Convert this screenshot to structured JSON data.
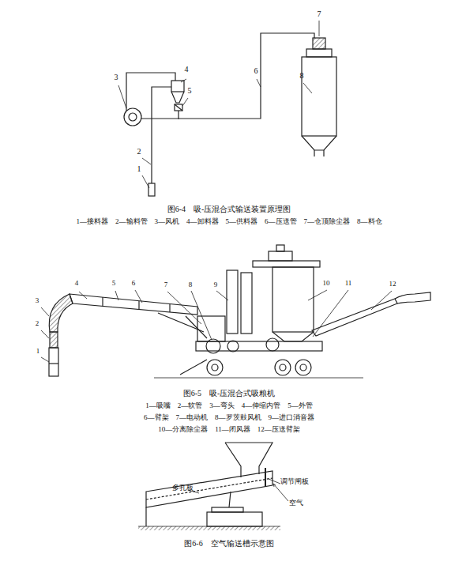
{
  "diagram": {
    "labels": [
      "7",
      "4",
      "3",
      "5",
      "6",
      "8",
      "2",
      "1",
      "图6-4　吸-压混合式输送装置原理图",
      "1—接料器　2—输料管　3—风机　4—卸料器　5—供料器　6—压送管　7—仓顶除尘器　8—料仓",
      "1",
      "2",
      "3",
      "4",
      "5",
      "6",
      "7",
      "8",
      "9",
      "10",
      "11",
      "12",
      "图6-5　吸-压混合式吸粮机",
      "1—吸嘴　2—软管　3—弯头　4—伸缩内管　5—外管",
      "6—臂架　7—电动机　8—罗茨鼓风机　9—进口消音器",
      "10—分离除尘器　11—闭风器　12—压送臂架",
      "多孔板",
      "调节闸板",
      "空气",
      "图6-6　空气输送槽示意图"
    ]
  }
}
